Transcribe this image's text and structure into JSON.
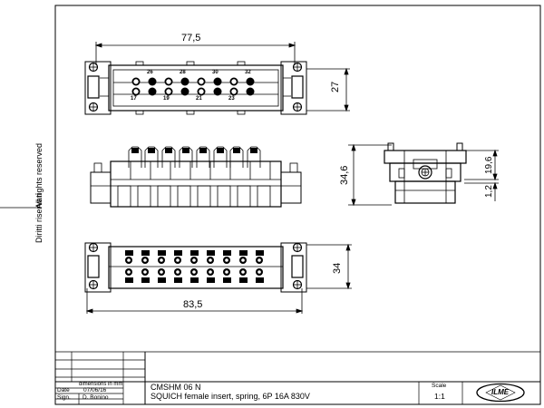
{
  "side_labels": {
    "reserved": "All rights reserved",
    "riservati": "Diritti riservati"
  },
  "views": {
    "top": {
      "dim_width": "77,5",
      "dim_height": "27",
      "pin_numbers_top": [
        "26",
        "28",
        "30",
        "32"
      ],
      "pin_numbers_bottom": [
        "17",
        "19",
        "21",
        "23"
      ]
    },
    "front": {
      "dim_height": "34,6"
    },
    "side": {
      "dim_upper": "19,6",
      "dim_lower": "1,2"
    },
    "bottom": {
      "dim_width": "83,5",
      "dim_height": "34"
    }
  },
  "title_block": {
    "units_note": "dimensions in mm",
    "date_label": "Date",
    "date_value": "07/06/16",
    "sign_label": "Sign.",
    "sign_value": "D. Bonino",
    "part_code": "CMSHM 06 N",
    "description": "SQUICH female insert, spring, 6P 16A 830V",
    "scale_label": "Scale",
    "scale_value": "1:1",
    "logo_text": "ILME"
  }
}
